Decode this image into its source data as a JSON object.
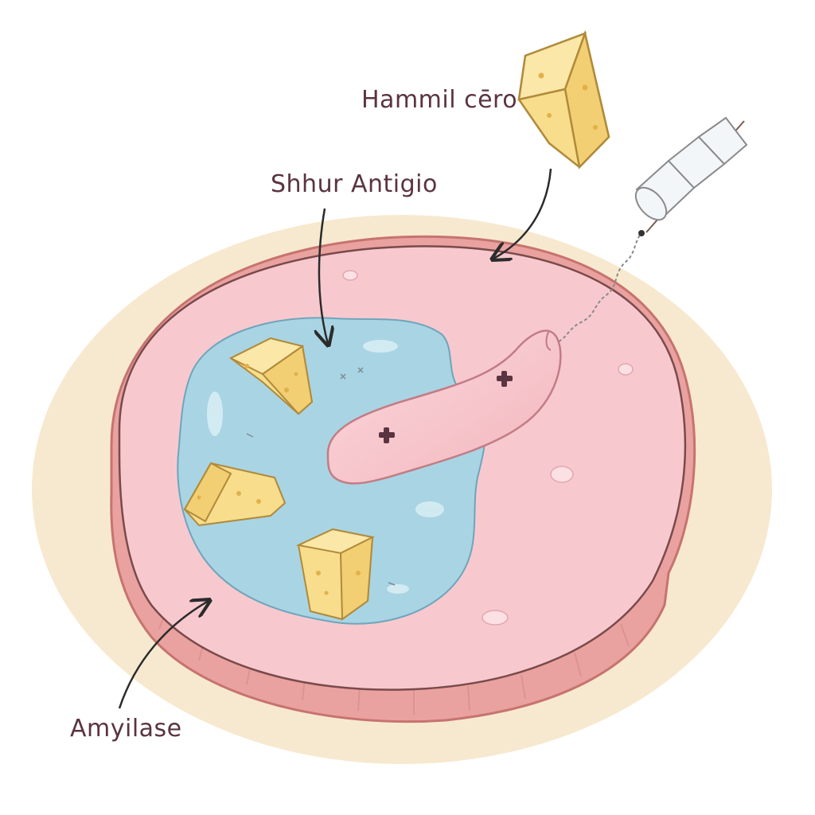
{
  "labels": {
    "top": "Hammil cēro",
    "middle": "Shhur Antigio",
    "bottom": "Amyilase"
  },
  "colors": {
    "background_halo": "#f7e9cf",
    "dish_rim": "#e9a2a0",
    "dish_tissue": "#f7c9cf",
    "fluid": "#a9d4e3",
    "cheese": "#f7dd8c",
    "cheese_outline": "#b08a3a",
    "label_text": "#5a3440",
    "arrow": "#2b2b2b"
  },
  "icons": [
    "cheese-cube-icon",
    "tongue-icon",
    "marshmallow-skewer-icon",
    "arrow-icon",
    "cross-mark-icon"
  ]
}
